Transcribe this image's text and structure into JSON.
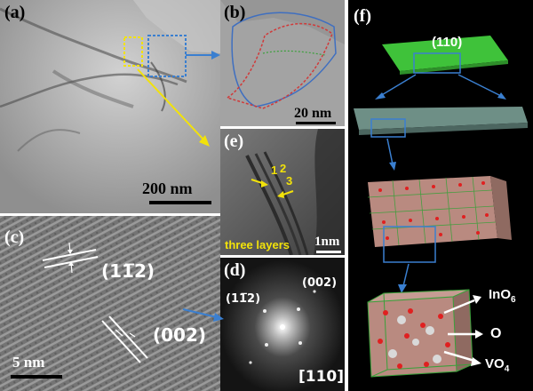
{
  "panels": {
    "a": {
      "label": "(a)",
      "scale_bar": "200 nm"
    },
    "b": {
      "label": "(b)",
      "scale_bar": "20 nm"
    },
    "c": {
      "label": "(c)",
      "scale_bar": "5 nm",
      "plane_1": "(11̅2)",
      "plane_2": "(002)"
    },
    "d": {
      "label": "(d)",
      "spot_1": "(11̅2)",
      "spot_2": "(002)",
      "zone_axis": "[110]"
    },
    "e": {
      "label": "(e)",
      "layer_1": "1",
      "layer_2": "2",
      "layer_3": "3",
      "caption": "three layers",
      "scale_bar": "1nm"
    },
    "f": {
      "label": "(f)",
      "facet": "(110)",
      "species_1": "InO",
      "species_1_sub": "6",
      "species_2": "O",
      "species_3": "VO",
      "species_3_sub": "4"
    }
  },
  "colors": {
    "yellow_marker": "#f2e20a",
    "blue_marker": "#3a7fd0",
    "green_slab": "#3fc23a",
    "polyhedron": "#b98a80",
    "oxygen": "#e02020",
    "vanadium": "#d9d9d9"
  }
}
